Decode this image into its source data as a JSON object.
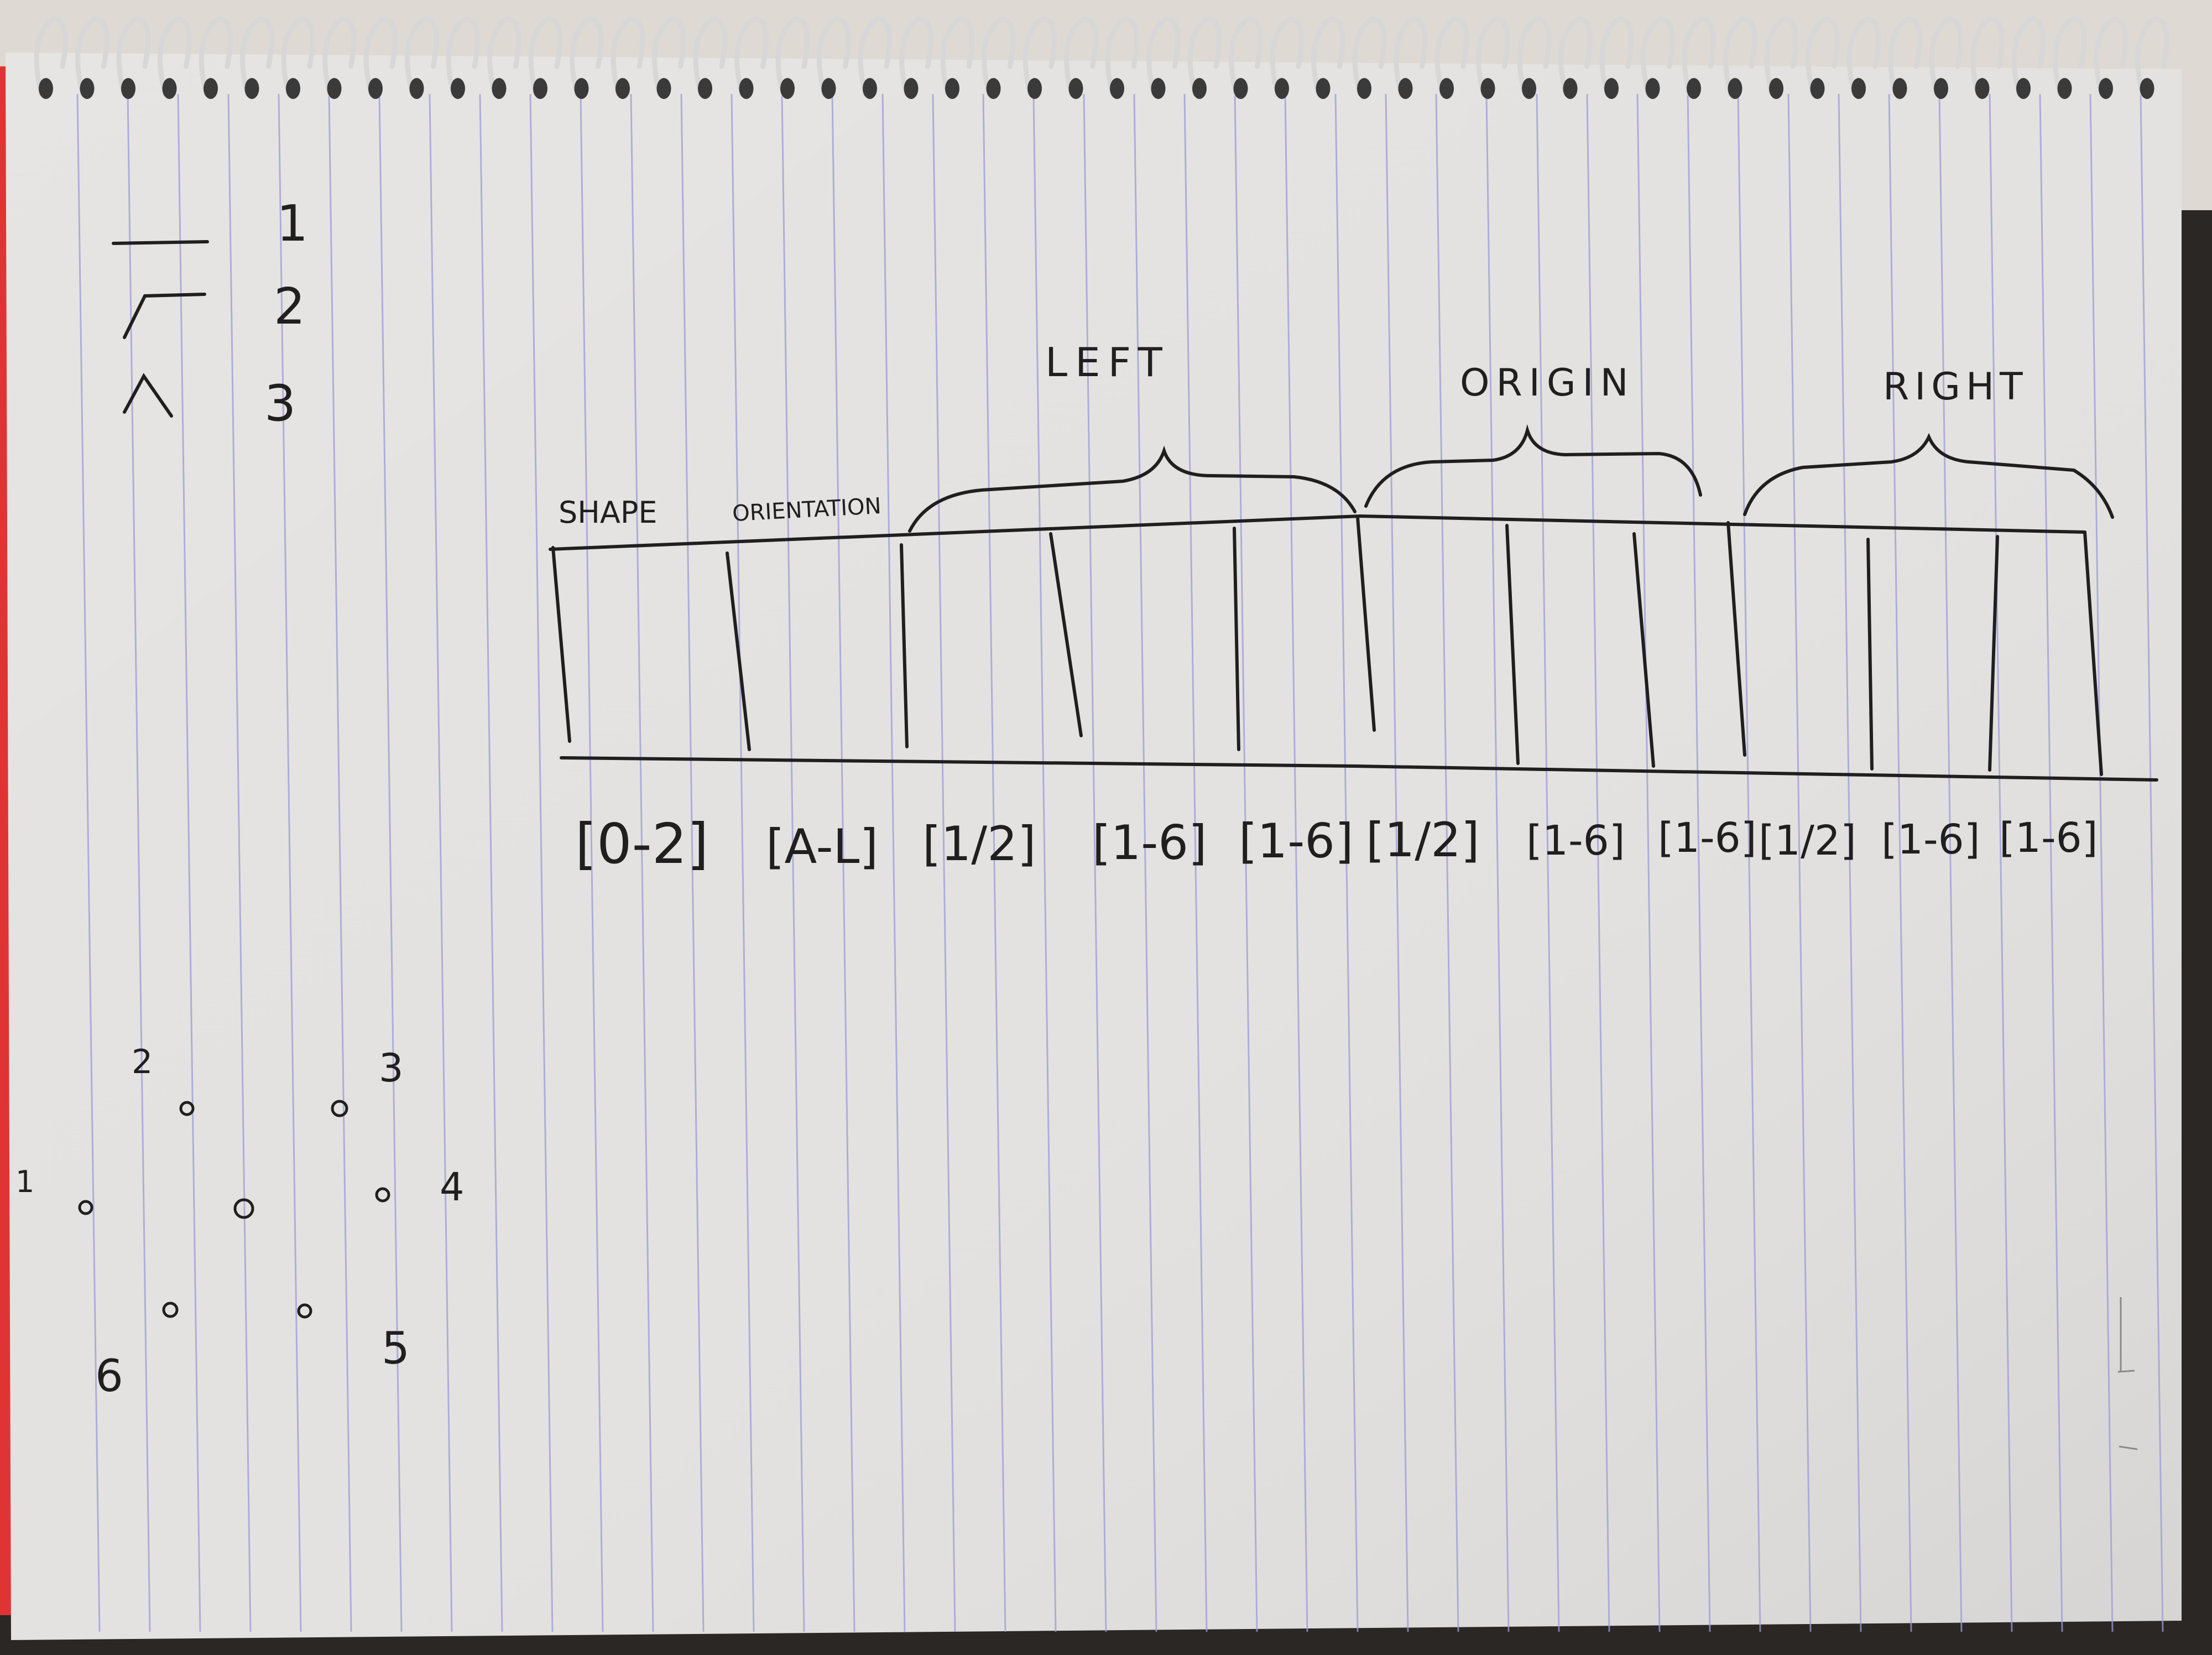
{
  "legend": {
    "items": [
      {
        "number": "1",
        "glyph": "horizontal-line"
      },
      {
        "number": "2",
        "glyph": "corner-shape"
      },
      {
        "number": "3",
        "glyph": "caret-shape"
      }
    ]
  },
  "groups": {
    "left": "LEFT",
    "origin": "ORIGIN",
    "right": "RIGHT"
  },
  "columns": {
    "shape": "SHAPE",
    "orientation": "ORIENTATION"
  },
  "ranges": [
    "[0-2]",
    "[A-L]",
    "[1/2]",
    "[1-6]",
    "[1-6]",
    "[1/2]",
    "[1-6]",
    "[1-6]",
    "[1/2]",
    "[1-6]",
    "[1-6]"
  ],
  "node_diagram": {
    "labels": [
      "1",
      "2",
      "3",
      "4",
      "5",
      "6"
    ]
  },
  "colors": {
    "paper": "#e4e2e0",
    "ruled_line": "#9b9cd8",
    "ink": "#1f1f1f",
    "coil": "#d7d7d7",
    "margin_red": "#e03434",
    "desk": "#2a2724"
  }
}
